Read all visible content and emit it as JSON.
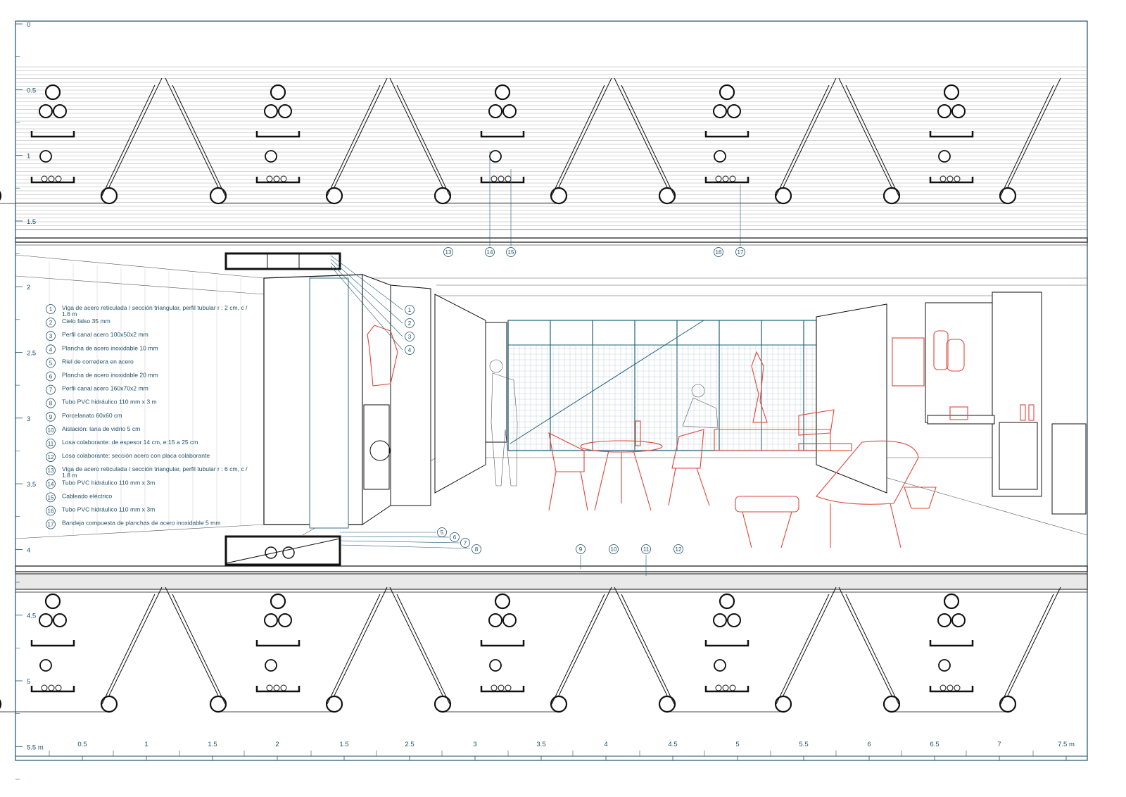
{
  "legend": [
    {
      "num": "1",
      "text": "Viga de acero reticulada / sección triangular, perfil tubular r : 2 cm, c /",
      "text2": "1.6 m"
    },
    {
      "num": "2",
      "text": "Cielo falso 35 mm"
    },
    {
      "num": "3",
      "text": "Perfil canal acero 100x50x2 mm"
    },
    {
      "num": "4",
      "text": "Plancha de acero inoxidable 10 mm"
    },
    {
      "num": "5",
      "text": "Riel de corredera en acero"
    },
    {
      "num": "6",
      "text": "Plancha de acero inoxidable 20 mm"
    },
    {
      "num": "7",
      "text": "Perfil canal acero 160x70x2 mm"
    },
    {
      "num": "8",
      "text": "Tubo PVC hidráulico 110 mm x 3 m"
    },
    {
      "num": "9",
      "text": "Porcelanato 60x60 cm"
    },
    {
      "num": "10",
      "text": "Aislación: lana de vidrio 5 cm"
    },
    {
      "num": "11",
      "text": "Losa colaborante:  de espesor 14 cm, e:15 a 25 cm"
    },
    {
      "num": "12",
      "text": "Losa colaborante: sección acero con placa colaborante"
    },
    {
      "num": "13",
      "text": "Viga de acero reticulada / sección triangular, perfil tubular r : 6 cm, c /",
      "text2": "1.8 m"
    },
    {
      "num": "14",
      "text": "Tubo PVC hidráulico 110 mm x 3m"
    },
    {
      "num": "15",
      "text": "Cableado eléctrico"
    },
    {
      "num": "16",
      "text": "Tubo PVC hidráulico 110 mm x 3m"
    },
    {
      "num": "17",
      "text": "Bandeja compuesta de planchas de acero inoxidable 5 mm"
    }
  ],
  "vertical_scale": [
    "0",
    "0.5",
    "1",
    "1.5",
    "2",
    "2.5",
    "3",
    "3.5",
    "4",
    "4.5",
    "5",
    "5.5 m"
  ],
  "horizontal_scale": [
    "0.5",
    "1",
    "1.5",
    "2",
    "1.5",
    "2.5",
    "3",
    "3.5",
    "4",
    "4.5",
    "5",
    "5.5",
    "6",
    "6.5",
    "7",
    "7.5 m"
  ],
  "callouts": [
    "1",
    "2",
    "3",
    "4",
    "5",
    "6",
    "7",
    "8",
    "9",
    "10",
    "11",
    "12",
    "13",
    "14",
    "15",
    "16",
    "17"
  ],
  "colors": {
    "ink": "#111111",
    "scale": "#1f4f66",
    "furniture": "#e0453a",
    "glazing": "#1f5f7a"
  }
}
